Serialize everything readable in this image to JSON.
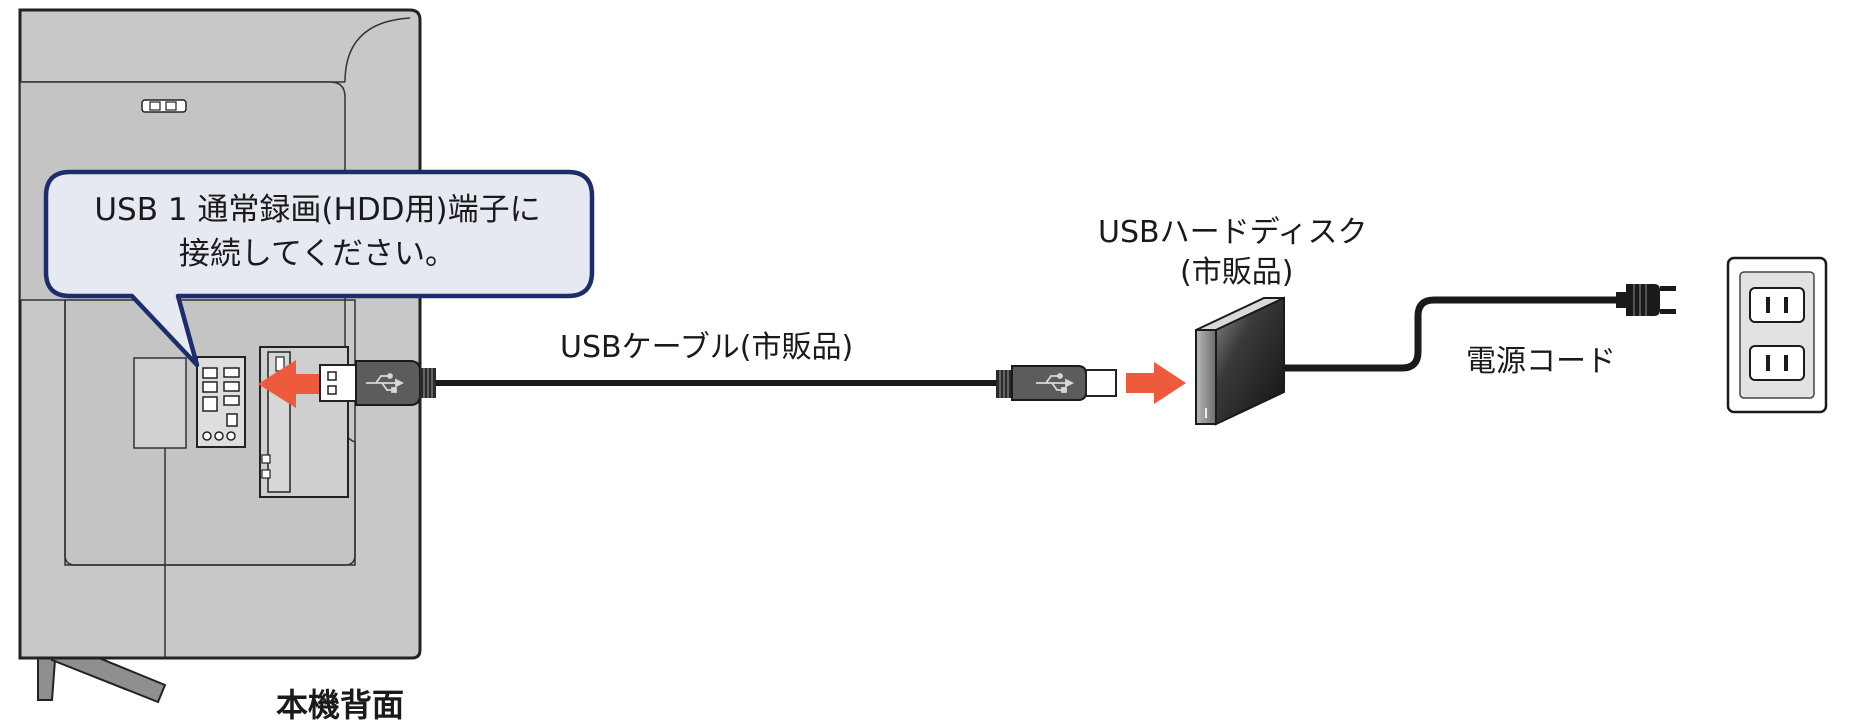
{
  "callout": {
    "line1": "USB 1 通常録画(HDD用)端子に",
    "line2": "接続してください。"
  },
  "labels": {
    "usb_cable": "USBケーブル(市販品)",
    "hdd_title": "USBハードディスク",
    "hdd_sub": "(市販品)",
    "power_cord": "電源コード",
    "tv_back": "本機背面"
  },
  "colors": {
    "tv_body": "#c8c8c8",
    "tv_outline": "#222222",
    "callout_fill": "#e6e9f1",
    "callout_stroke": "#1d2d6b",
    "arrow": "#ee5a3c",
    "cable": "#1a1a1a"
  },
  "icons": [
    "usb-a-plug-icon",
    "usb-b-plug-icon",
    "usb-trident-icon",
    "power-plug-icon",
    "wall-outlet-icon",
    "hard-disk-icon"
  ]
}
